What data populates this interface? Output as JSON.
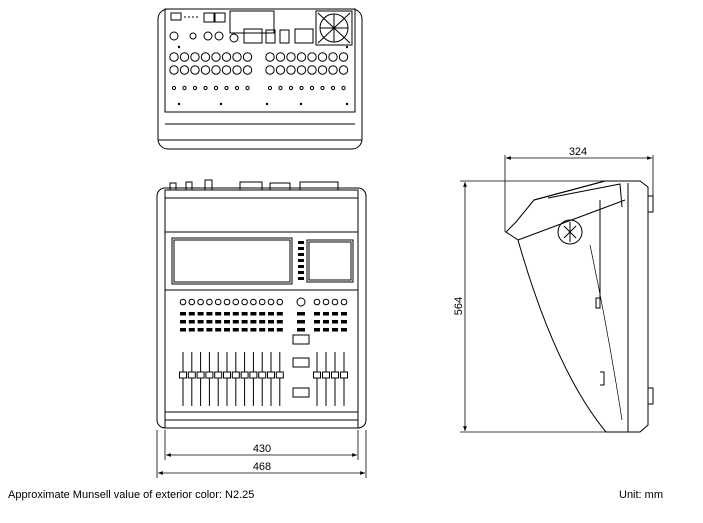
{
  "dimensions": {
    "side_depth": "324",
    "side_height": "564",
    "front_inner_width": "430",
    "front_outer_width": "468"
  },
  "footer": {
    "munsell_note": "Approximate Munsell value of exterior color: N2.25",
    "unit_label": "Unit: mm"
  }
}
